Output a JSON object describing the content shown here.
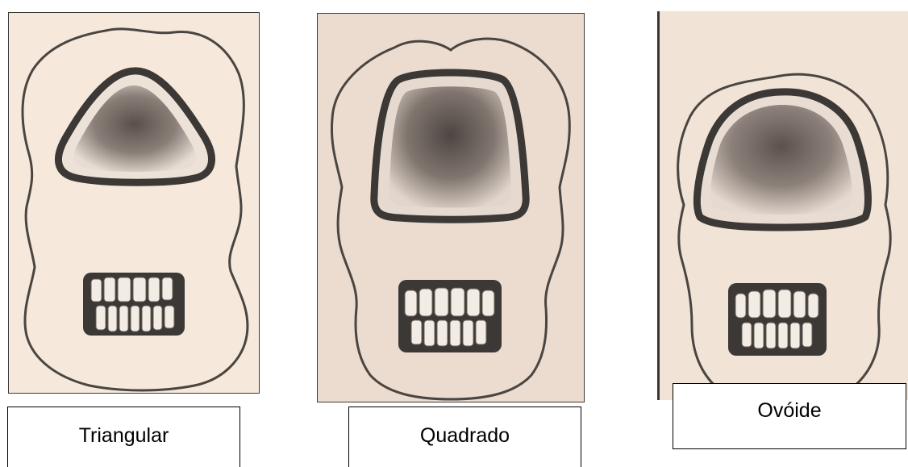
{
  "figures": [
    {
      "label": "Triangular",
      "shape": "triangular"
    },
    {
      "label": "Quadrado",
      "shape": "quadrado"
    },
    {
      "label": "Ovóide",
      "shape": "ovoide"
    }
  ],
  "colors": {
    "paper_light": "#f6e9dc",
    "paper_mid": "#ecdcd0",
    "paper_ovoide": "#f1e3d6",
    "ink": "#4a4540",
    "denture_dark": "#3b3835"
  }
}
